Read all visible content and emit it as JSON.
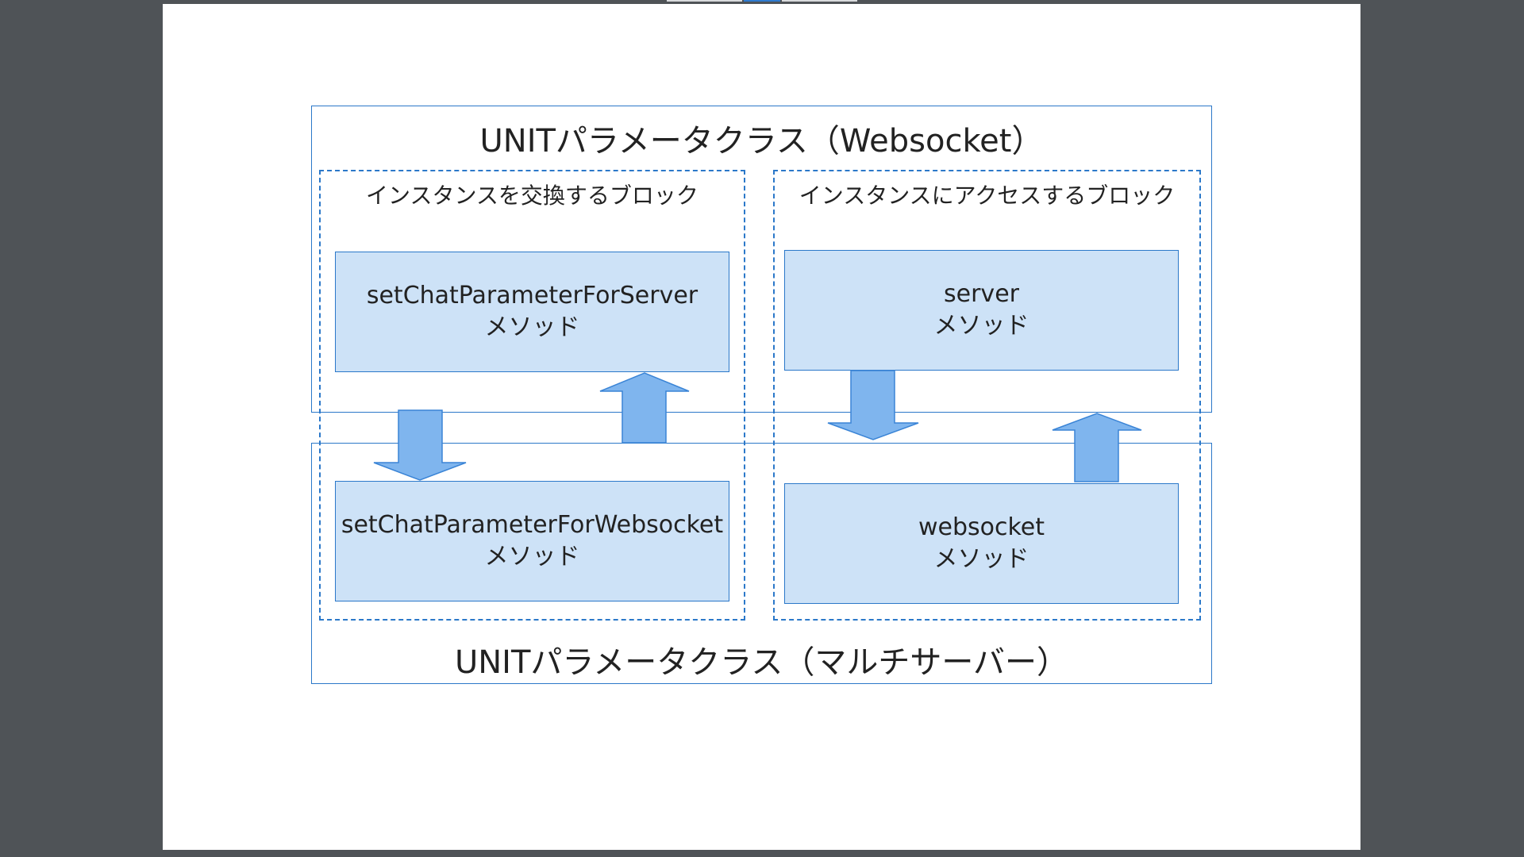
{
  "colors": {
    "border": "#2b78c9",
    "method_fill": "#cde2f7",
    "arrow_fill": "#7fb5ee",
    "arrow_stroke": "#3a84d6",
    "viewer_bg": "#4f5357"
  },
  "diagram": {
    "class_top_title": "UNITパラメータクラス（Websocket）",
    "class_bottom_title": "UNITパラメータクラス（マルチサーバー）",
    "block_left_title": "インスタンスを交換するブロック",
    "block_right_title": "インスタンスにアクセスするブロック",
    "methods": {
      "set_server": {
        "name": "setChatParameterForServer",
        "suffix": "メソッド"
      },
      "set_websocket": {
        "name": "setChatParameterForWebsocket",
        "suffix": "メソッド"
      },
      "server": {
        "name": "server",
        "suffix": "メソッド"
      },
      "websocket": {
        "name": "websocket",
        "suffix": "メソッド"
      }
    }
  }
}
